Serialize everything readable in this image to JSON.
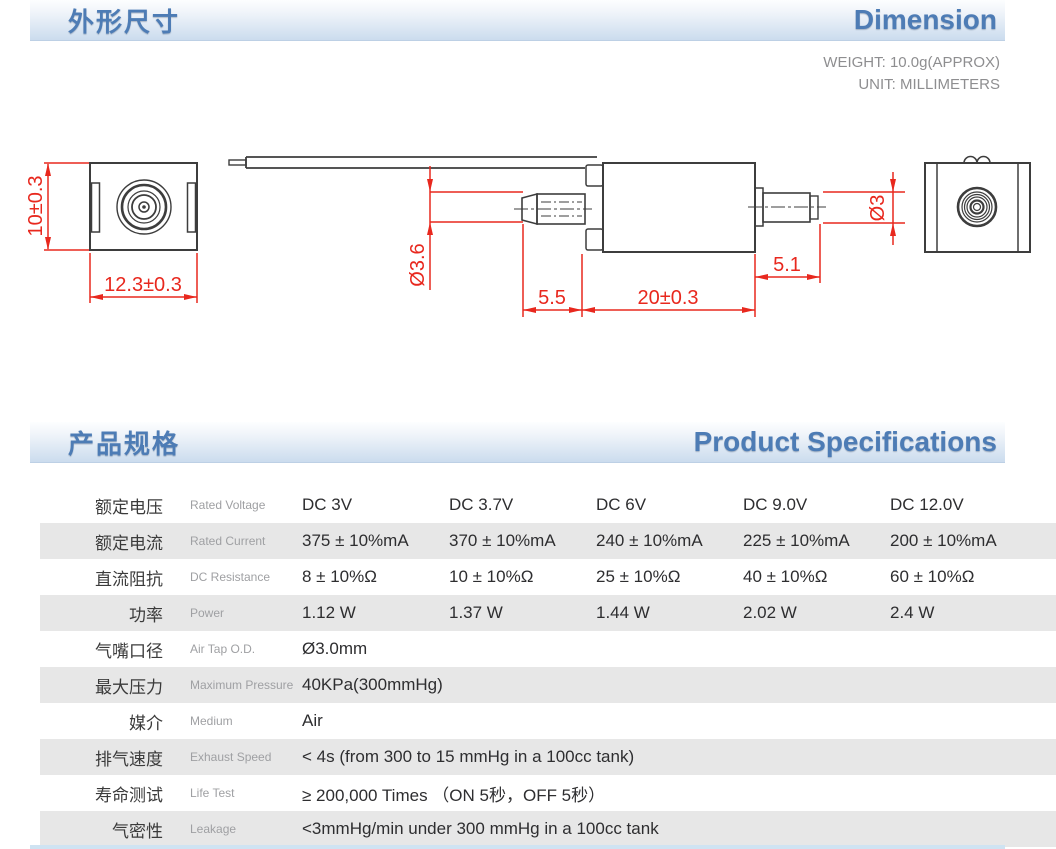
{
  "dimension_section": {
    "title_zh": "外形尺寸",
    "title_en": "Dimension",
    "weight_note": "WEIGHT: 10.0g(APPROX)",
    "unit_note": "UNIT: MILLIMETERS",
    "dims": {
      "front_height": "10±0.3",
      "front_width": "12.3±0.3",
      "nozzle_od": "Ø3.6",
      "nozzle_length": "5.5",
      "body_length": "20±0.3",
      "shaft_length": "5.1",
      "shaft_od": "Ø3"
    }
  },
  "spec_section": {
    "title_zh": "产品规格",
    "title_en": "Product Specifications",
    "rows": [
      {
        "key": "rated-voltage",
        "zh": "额定电压",
        "en": "Rated Voltage",
        "shaded": false,
        "values": [
          "DC 3V",
          "DC 3.7V",
          "DC 6V",
          "DC 9.0V",
          "DC 12.0V"
        ]
      },
      {
        "key": "rated-current",
        "zh": "额定电流",
        "en": "Rated Current",
        "shaded": true,
        "values": [
          "375 ± 10%mA",
          "370 ± 10%mA",
          "240 ± 10%mA",
          "225 ± 10%mA",
          "200 ± 10%mA"
        ]
      },
      {
        "key": "dc-resistance",
        "zh": "直流阻抗",
        "en": "DC Resistance",
        "shaded": false,
        "values": [
          "8 ± 10%Ω",
          "10 ± 10%Ω",
          "25 ± 10%Ω",
          "40 ± 10%Ω",
          "60 ± 10%Ω"
        ]
      },
      {
        "key": "power",
        "zh": "功率",
        "en": "Power",
        "shaded": true,
        "values": [
          "1.12 W",
          "1.37 W",
          "1.44 W",
          "2.02 W",
          "2.4 W"
        ]
      },
      {
        "key": "air-tap-od",
        "zh": "气嘴口径",
        "en": "Air Tap O.D.",
        "shaded": false,
        "values": [
          "Ø3.0mm"
        ]
      },
      {
        "key": "max-pressure",
        "zh": "最大压力",
        "en": "Maximum Pressure",
        "shaded": true,
        "values": [
          "40KPa(300mmHg)"
        ]
      },
      {
        "key": "medium",
        "zh": "媒介",
        "en": "Medium",
        "shaded": false,
        "values": [
          "Air"
        ]
      },
      {
        "key": "exhaust-speed",
        "zh": "排气速度",
        "en": "Exhaust Speed",
        "shaded": true,
        "values": [
          "< 4s (from 300 to 15 mmHg in a 100cc tank)"
        ]
      },
      {
        "key": "life-test",
        "zh": "寿命测试",
        "en": "Life Test",
        "shaded": false,
        "values": [
          "≥ 200,000 Times （ON 5秒，OFF 5秒）"
        ]
      },
      {
        "key": "leakage",
        "zh": "气密性",
        "en": "Leakage",
        "shaded": true,
        "values": [
          "<3mmHg/min  under 300 mmHg in a 100cc tank"
        ]
      }
    ]
  },
  "colors": {
    "accent_blue": "#4d7cb5",
    "dimension_red": "#e8281e",
    "row_shade": "#e7e7e7"
  }
}
